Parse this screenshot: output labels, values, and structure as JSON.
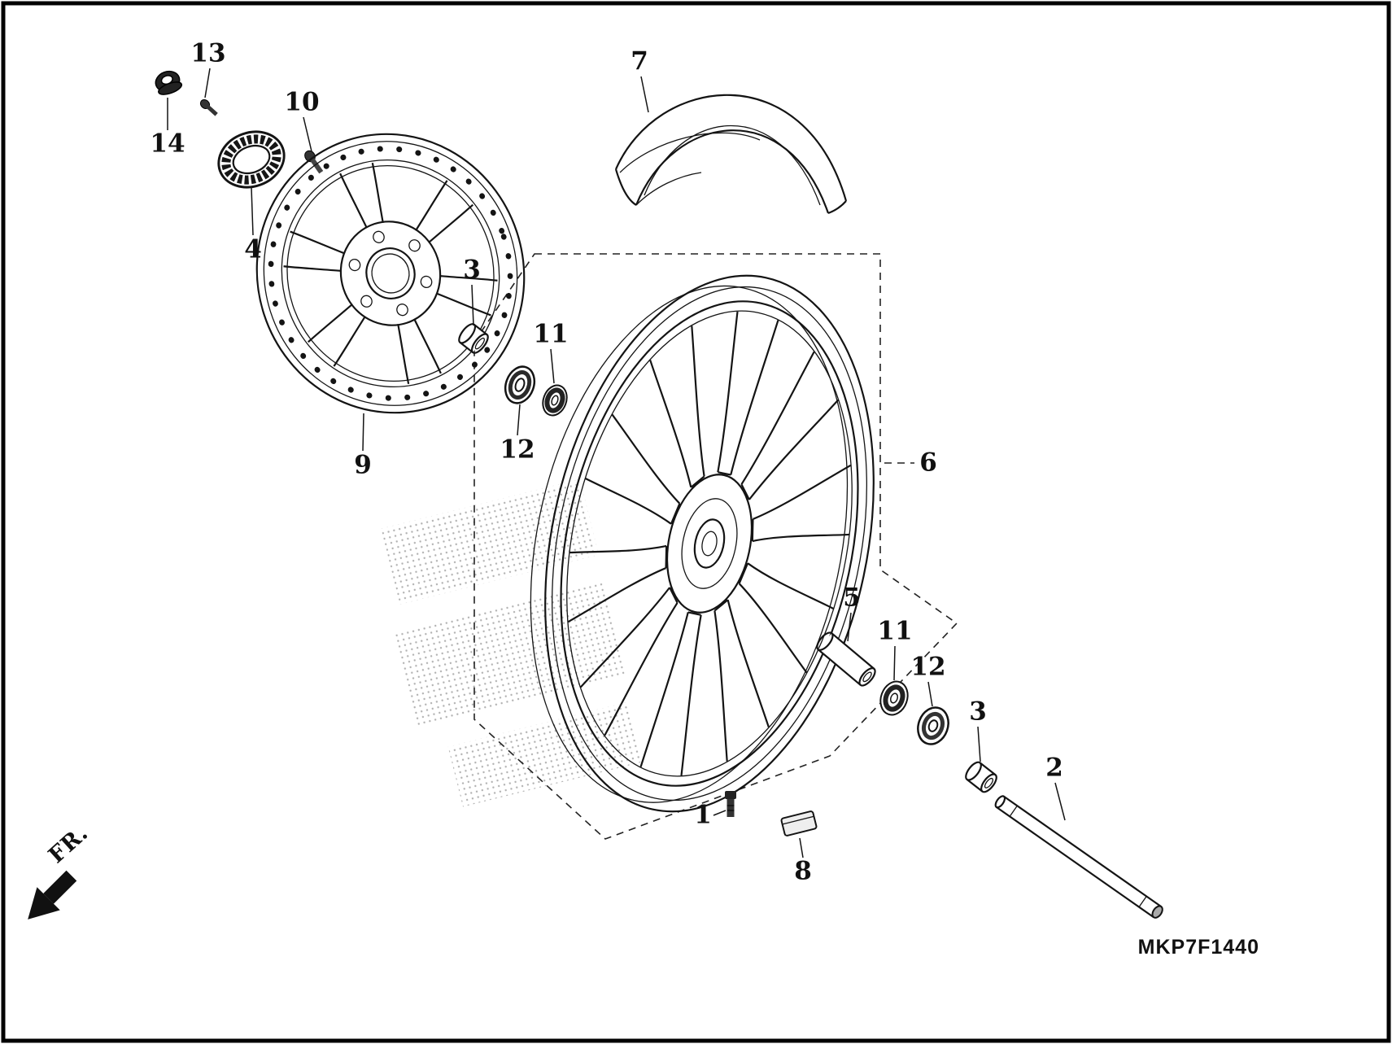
{
  "colors": {
    "ink": "#141414",
    "paper": "#ffffff"
  },
  "orientation": {
    "label": "FR."
  },
  "footer": {
    "code": "MKP7F1440"
  },
  "callouts": [
    {
      "label": "13"
    },
    {
      "label": "14"
    },
    {
      "label": "10"
    },
    {
      "label": "4"
    },
    {
      "label": "7"
    },
    {
      "label": "3"
    },
    {
      "label": "11"
    },
    {
      "label": "12"
    },
    {
      "label": "9"
    },
    {
      "label": "6"
    },
    {
      "label": "5"
    },
    {
      "label": "11"
    },
    {
      "label": "12"
    },
    {
      "label": "3"
    },
    {
      "label": "2"
    },
    {
      "label": "1"
    },
    {
      "label": "8"
    }
  ]
}
